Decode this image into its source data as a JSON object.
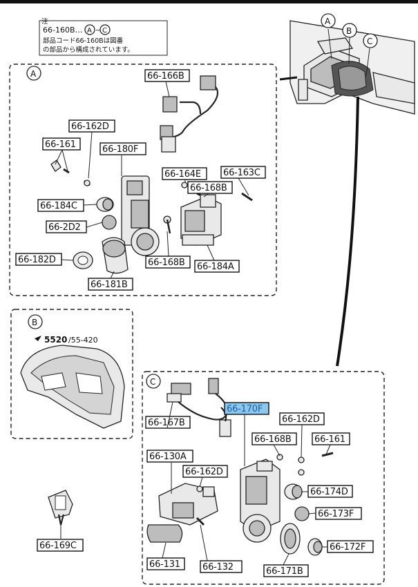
{
  "note": {
    "heading": "注",
    "line1": "66-160B…",
    "line2": "部品コード66-160Bは図番",
    "line3": "の部品から構成されています。",
    "ref_a": "A",
    "ref_c": "C",
    "kara": "から"
  },
  "callouts": {
    "a": "A",
    "b": "B",
    "c": "C"
  },
  "section_a": {
    "letter": "A",
    "labels": [
      "66-166B",
      "66-162D",
      "66-161",
      "66-180F",
      "66-164E",
      "66-163C",
      "66-168B",
      "66-184C",
      "66-2D2",
      "66-182D",
      "66-168B",
      "66-184A",
      "66-181B"
    ]
  },
  "section_b": {
    "letter": "B",
    "ref_number": "5520",
    "ref_suffix": "/55-420"
  },
  "loose_part": {
    "label": "66-169C"
  },
  "section_c": {
    "letter": "C",
    "labels": [
      "66-170F",
      "66-167B",
      "66-162D",
      "66-168B",
      "66-161",
      "66-130A",
      "66-162D",
      "66-174D",
      "66-173F",
      "66-131",
      "66-132",
      "66-171B",
      "66-172F"
    ],
    "highlighted": "66-170F"
  },
  "colors": {
    "highlight_fill": "#8ec7ea",
    "highlight_text": "#1560a8",
    "ink": "#111111"
  }
}
